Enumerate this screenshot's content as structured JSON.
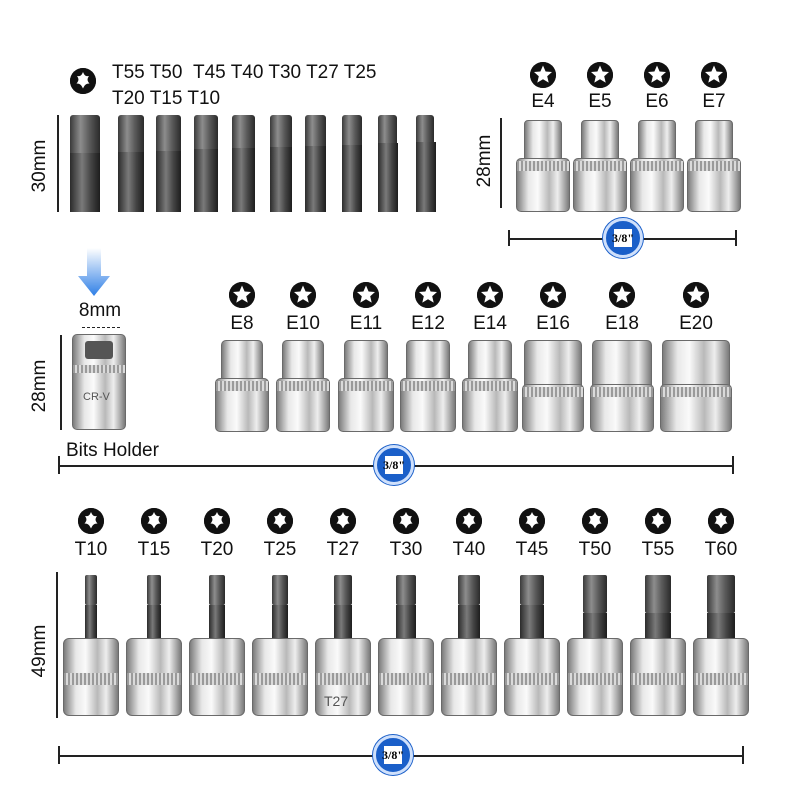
{
  "top_left": {
    "sizes_line1": [
      "T55",
      "T50",
      "T45",
      "T40",
      "T30",
      "T27",
      "T25"
    ],
    "sizes_line2": [
      "T20",
      "T15",
      "T10"
    ],
    "length_label": "30mm",
    "icon": "torx-star-icon"
  },
  "top_right": {
    "sizes": [
      "E4",
      "E5",
      "E6",
      "E7"
    ],
    "length_label": "28mm",
    "drive_badge": "3/8\""
  },
  "middle": {
    "sizes": [
      "E8",
      "E10",
      "E11",
      "E12",
      "E14",
      "E16",
      "E18",
      "E20"
    ],
    "drive_badge": "3/8\""
  },
  "bits_holder": {
    "width_label": "8mm",
    "length_label": "28mm",
    "name": "Bits Holder",
    "stamp": "CR-V"
  },
  "bottom": {
    "sizes": [
      "T10",
      "T15",
      "T20",
      "T25",
      "T27",
      "T30",
      "T40",
      "T45",
      "T50",
      "T55",
      "T60"
    ],
    "length_label": "49mm",
    "drive_badge": "3/8\"",
    "stamp": "T27"
  },
  "colors": {
    "badge_blue": "#1a5fc9",
    "arrow_blue": "#2f7fe6",
    "icon_black": "#111111"
  }
}
